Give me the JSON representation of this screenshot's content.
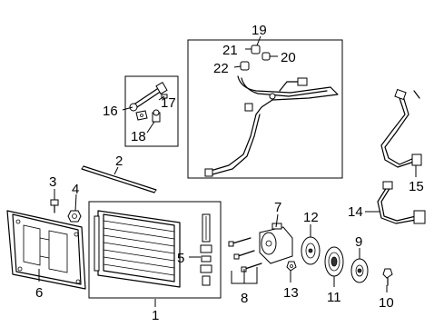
{
  "callouts": {
    "c1": "1",
    "c2": "2",
    "c3": "3",
    "c4": "4",
    "c5": "5",
    "c6": "6",
    "c7": "7",
    "c8": "8",
    "c9": "9",
    "c10": "10",
    "c11": "11",
    "c12": "12",
    "c13": "13",
    "c14": "14",
    "c15": "15",
    "c16": "16",
    "c17": "17",
    "c18": "18",
    "c19": "19",
    "c20": "20",
    "c21": "21",
    "c22": "22"
  }
}
